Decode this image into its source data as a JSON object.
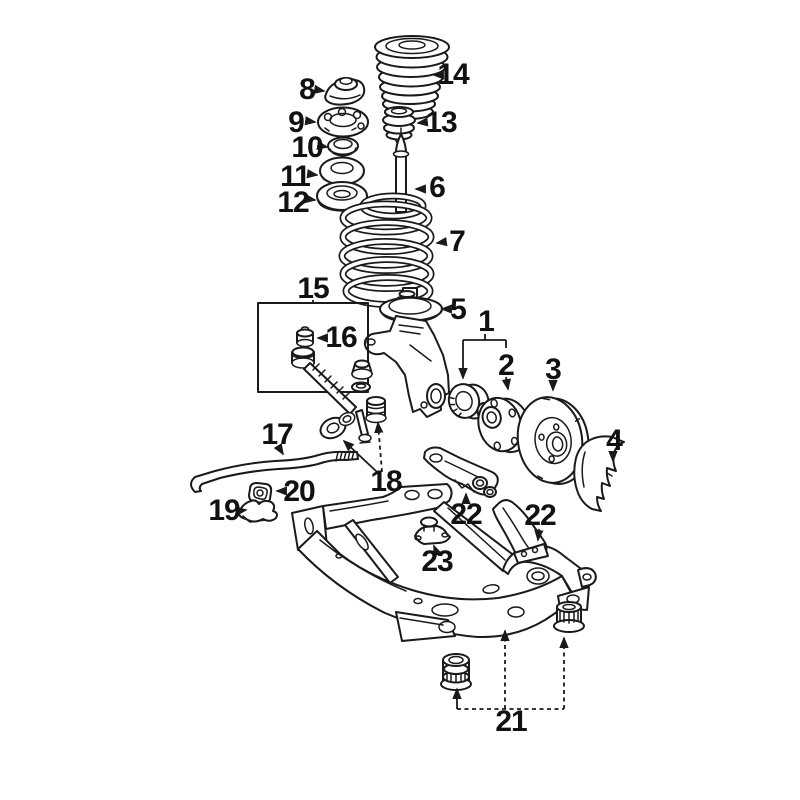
{
  "page": {
    "kind": "exploded-parts-diagram",
    "colors": {
      "background": "#ffffff",
      "line": "#1a1a1a",
      "label": "#111111"
    }
  },
  "diagram": {
    "callouts": {
      "c1": {
        "label": "1"
      },
      "c2": {
        "label": "2"
      },
      "c3": {
        "label": "3"
      },
      "c4": {
        "label": "4"
      },
      "c5": {
        "label": "5"
      },
      "c6": {
        "label": "6"
      },
      "c7": {
        "label": "7"
      },
      "c8": {
        "label": "8"
      },
      "c9": {
        "label": "9"
      },
      "c10": {
        "label": "10"
      },
      "c11": {
        "label": "11"
      },
      "c12": {
        "label": "12"
      },
      "c13": {
        "label": "13"
      },
      "c14": {
        "label": "14"
      },
      "c15": {
        "label": "15"
      },
      "c16": {
        "label": "16"
      },
      "c17": {
        "label": "17"
      },
      "c18": {
        "label": "18"
      },
      "c19": {
        "label": "19"
      },
      "c20": {
        "label": "20"
      },
      "c21": {
        "label": "21"
      },
      "c22a": {
        "label": "22"
      },
      "c22b": {
        "label": "22"
      },
      "c23": {
        "label": "23"
      }
    }
  }
}
